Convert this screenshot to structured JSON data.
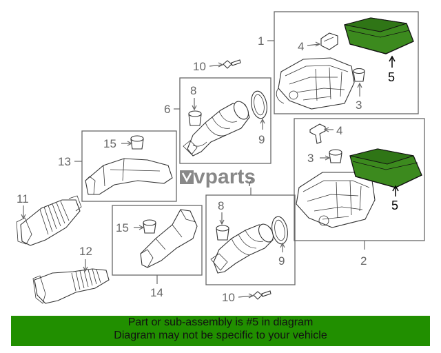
{
  "watermark": "vparts",
  "callouts": {
    "n1": "1",
    "n2": "2",
    "n3a": "3",
    "n3b": "3",
    "n4a": "4",
    "n4b": "4",
    "n5a": "5",
    "n5b": "5",
    "n6": "6",
    "n7": "7",
    "n8a": "8",
    "n8b": "8",
    "n9a": "9",
    "n9b": "9",
    "n10a": "10",
    "n10b": "10",
    "n11": "11",
    "n12": "12",
    "n13": "13",
    "n14": "14",
    "n15a": "15",
    "n15b": "15"
  },
  "footer": {
    "line1": "Part or sub-assembly is #5 in diagram",
    "line2": "Diagram may not be specific to your vehicle"
  },
  "colors": {
    "highlight": "#3c8a1e",
    "footer_bg": "#218f00",
    "line": "#666666"
  }
}
